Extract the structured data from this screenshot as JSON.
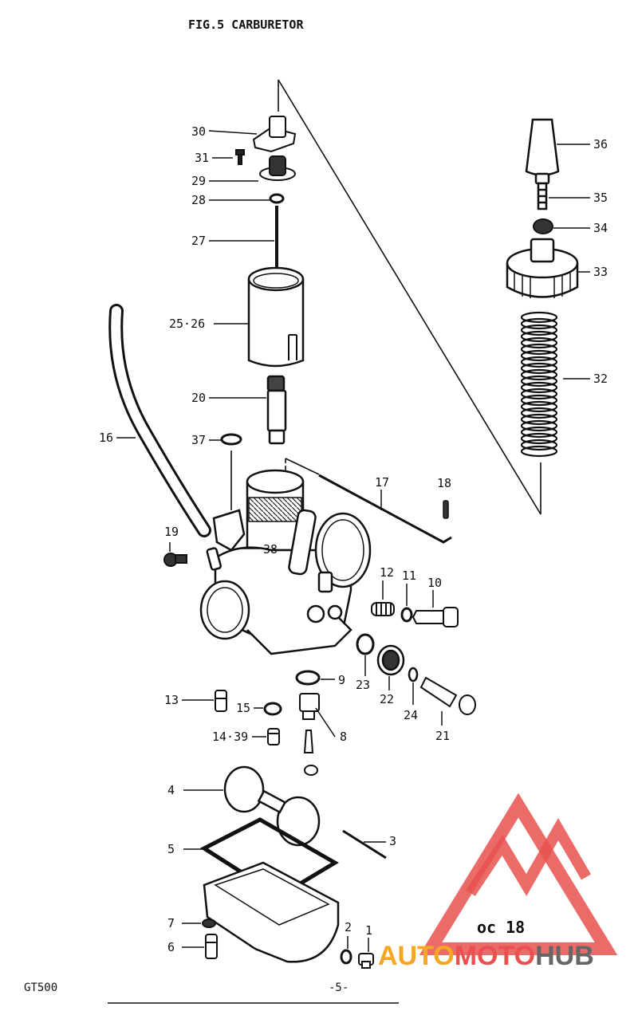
{
  "title": "FIG.5  CARBURETOR",
  "footer": {
    "model": "GT500",
    "page": "-5-"
  },
  "stamp": "oc 18",
  "watermark": {
    "part1": "AUTO",
    "part2": "MOTO",
    "part3": "HUB",
    "color_red": "#e8514f",
    "color_orange": "#f5a623",
    "color_gray": "#666666"
  },
  "callouts": [
    {
      "id": "c30",
      "label": "30"
    },
    {
      "id": "c31",
      "label": "31"
    },
    {
      "id": "c29",
      "label": "29"
    },
    {
      "id": "c28",
      "label": "28"
    },
    {
      "id": "c27",
      "label": "27"
    },
    {
      "id": "c2526",
      "label": "25·26"
    },
    {
      "id": "c20",
      "label": "20"
    },
    {
      "id": "c37",
      "label": "37"
    },
    {
      "id": "c16",
      "label": "16"
    },
    {
      "id": "c36",
      "label": "36"
    },
    {
      "id": "c35",
      "label": "35"
    },
    {
      "id": "c34",
      "label": "34"
    },
    {
      "id": "c33",
      "label": "33"
    },
    {
      "id": "c32",
      "label": "32"
    },
    {
      "id": "c17",
      "label": "17"
    },
    {
      "id": "c18",
      "label": "18"
    },
    {
      "id": "c19",
      "label": "19"
    },
    {
      "id": "c38",
      "label": "38"
    },
    {
      "id": "c12",
      "label": "12"
    },
    {
      "id": "c11",
      "label": "11"
    },
    {
      "id": "c10",
      "label": "10"
    },
    {
      "id": "c9",
      "label": "9"
    },
    {
      "id": "c23",
      "label": "23"
    },
    {
      "id": "c22",
      "label": "22"
    },
    {
      "id": "c24",
      "label": "24"
    },
    {
      "id": "c21",
      "label": "21"
    },
    {
      "id": "c13",
      "label": "13"
    },
    {
      "id": "c15",
      "label": "15"
    },
    {
      "id": "c1439",
      "label": "14·39"
    },
    {
      "id": "c8",
      "label": "8"
    },
    {
      "id": "c4",
      "label": "4"
    },
    {
      "id": "c3",
      "label": "3"
    },
    {
      "id": "c5",
      "label": "5"
    },
    {
      "id": "c7",
      "label": "7"
    },
    {
      "id": "c6",
      "label": "6"
    },
    {
      "id": "c2",
      "label": "2"
    },
    {
      "id": "c1",
      "label": "1"
    }
  ]
}
